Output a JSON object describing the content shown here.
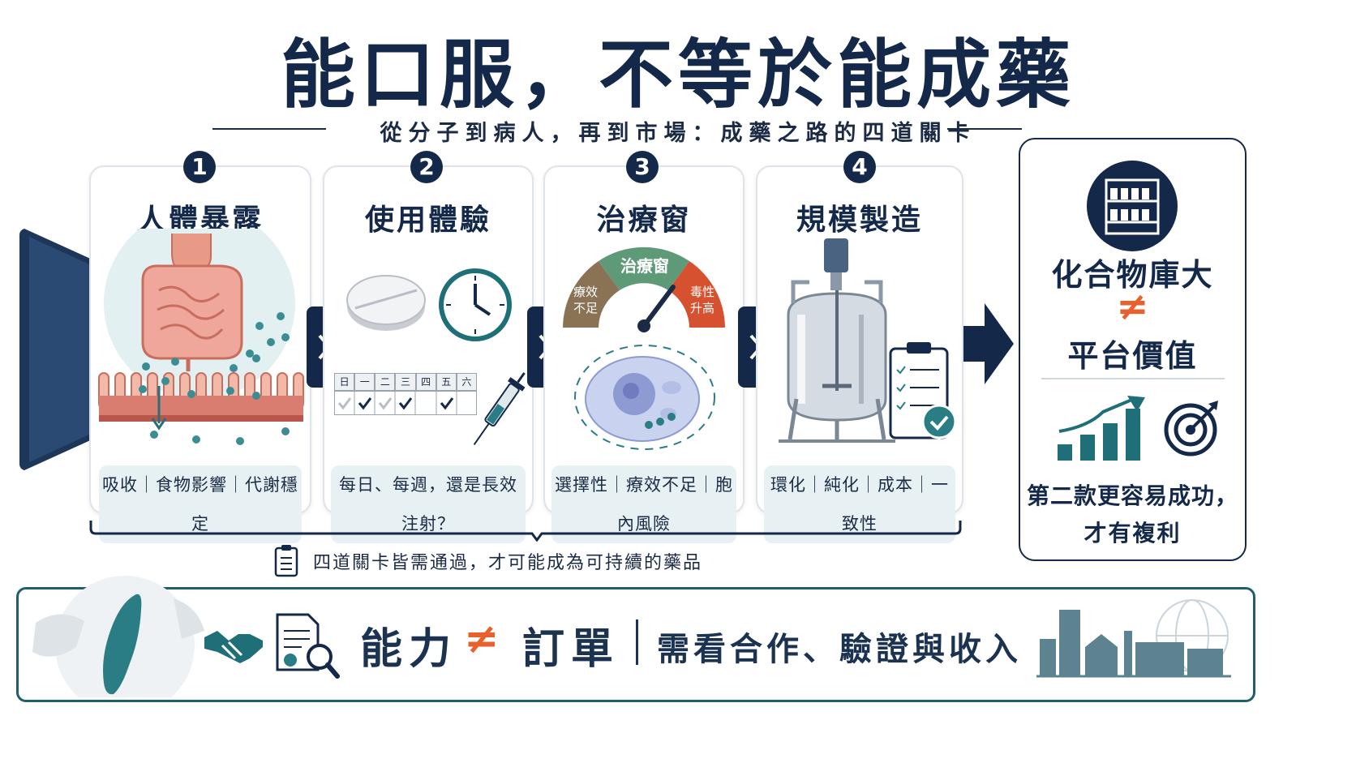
{
  "title": "能口服，不等於能成藥",
  "subtitle": "從分子到病人，再到市場：成藥之路的四道關卡",
  "stages": [
    {
      "number": "1",
      "title": "人體暴露",
      "caption": "吸收｜食物影響｜代謝穩定"
    },
    {
      "number": "2",
      "title": "使用體驗",
      "caption": "每日、每週，還是長效注射？"
    },
    {
      "number": "3",
      "title": "治療窗",
      "caption": "選擇性｜療效不足｜胞內風險"
    },
    {
      "number": "4",
      "title": "規模製造",
      "caption": "環化｜純化｜成本｜一致性"
    }
  ],
  "calendar_days": [
    "日",
    "一",
    "二",
    "三",
    "四",
    "五",
    "六"
  ],
  "gauge": {
    "center_label": "治療窗",
    "left_label": "療效\n不足",
    "right_label": "毒性\n升高"
  },
  "bracket_note": "四道關卡皆需通過，才可能成為可持續的藥品",
  "right_panel": {
    "line1": "化合物庫大",
    "neq": "≠",
    "line2": "平台價值",
    "footer1": "第二款更容易成功，",
    "footer2": "才有複利"
  },
  "bottom": {
    "left_word": "能力",
    "neq": "≠",
    "right_word": "訂單",
    "tail": "需看合作、驗證與收入"
  },
  "colors": {
    "navy": "#14294a",
    "teal": "#2a7d85",
    "orange": "#e8612c",
    "green": "#5e9a78",
    "brown": "#8a7355",
    "red": "#d5512f"
  }
}
